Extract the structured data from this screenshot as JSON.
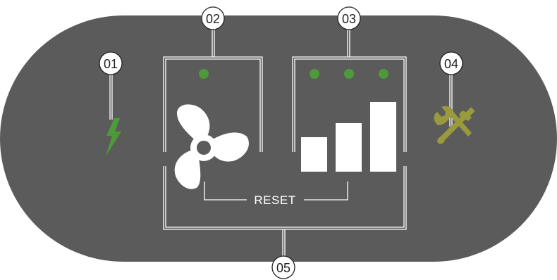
{
  "panel": {
    "background_color": "#5b5b5b",
    "page_color": "#ffffff",
    "line_color": "#ffffff"
  },
  "callouts": [
    {
      "id": "01",
      "target": "power"
    },
    {
      "id": "02",
      "target": "fan"
    },
    {
      "id": "03",
      "target": "speed"
    },
    {
      "id": "04",
      "target": "service"
    },
    {
      "id": "05",
      "target": "reset"
    }
  ],
  "power": {
    "icon": "lightning-bolt-icon",
    "color": "#4e9a3a"
  },
  "fan": {
    "icon": "fan-icon",
    "led_count": 1,
    "led_color": "#4e9a3a",
    "icon_color": "#ffffff"
  },
  "speed": {
    "icon": "signal-bars-icon",
    "led_count": 3,
    "led_color": "#4e9a3a",
    "bar_count": 3,
    "icon_color": "#ffffff"
  },
  "service": {
    "icon": "tools-icon",
    "color": "#9a9a3c"
  },
  "reset": {
    "label": "RESET"
  }
}
